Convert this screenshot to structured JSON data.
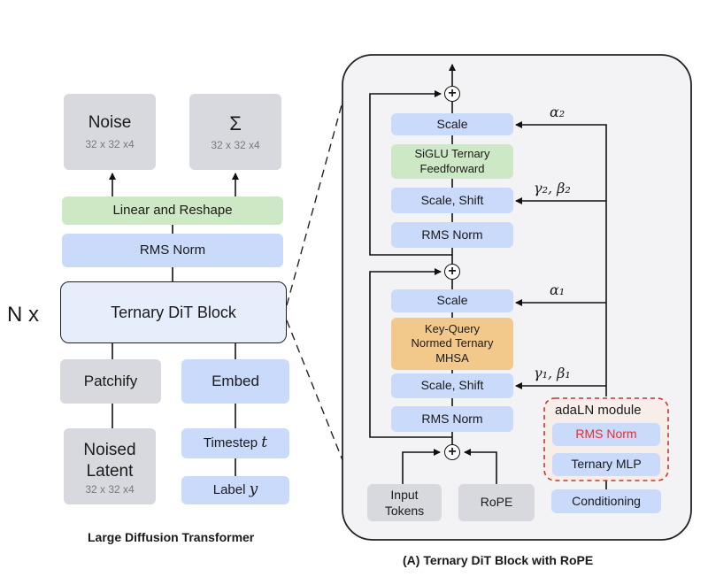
{
  "left": {
    "outputs": {
      "noise": {
        "label": "Noise",
        "dim": "32 x 32 x4"
      },
      "sigma": {
        "label": "Σ",
        "dim": "32 x 32 x4"
      }
    },
    "linear_reshape": "Linear and Reshape",
    "rms_norm": "RMS Norm",
    "dit_block": "Ternary DiT Block",
    "repeat": "N x",
    "patchify": "Patchify",
    "embed": "Embed",
    "noised_latent": {
      "line1": "Noised",
      "line2": "Latent",
      "dim": "32 x 32 x4"
    },
    "timestep": {
      "label": "Timestep",
      "symbol": "t"
    },
    "label": {
      "label": "Label",
      "symbol": "y"
    },
    "caption": "Large Diffusion Transformer"
  },
  "right": {
    "scale_top": "Scale",
    "siglu": {
      "line1": "SiGLU Ternary",
      "line2": "Feedforward"
    },
    "scale_shift_top": "Scale, Shift",
    "rms_norm_top": "RMS Norm",
    "scale_mid": "Scale",
    "mhsa": {
      "line1": "Key-Query",
      "line2": "Normed Ternary",
      "line3": "MHSA"
    },
    "scale_shift_bottom": "Scale, Shift",
    "rms_norm_bottom": "RMS Norm",
    "input_tokens": {
      "line1": "Input",
      "line2": "Tokens"
    },
    "rope": "RoPE",
    "conditioning": "Conditioning",
    "adaln": {
      "title": "adaLN module",
      "rms_norm": "RMS Norm",
      "mlp": "Ternary MLP"
    },
    "labels": {
      "alpha2": "α₂",
      "gamma2_beta2": "γ₂, β₂",
      "alpha1": "α₁",
      "gamma1_beta1": "γ₁, β₁"
    },
    "plus": "+",
    "caption": "(A) Ternary DiT Block with RoPE"
  },
  "colors": {
    "gray": "#d7d9de",
    "blue": "#c9dafa",
    "green": "#cde8c5",
    "orange": "#f3c98b",
    "panel": "#f3f3f5",
    "adaln_border": "#c0392b",
    "adaln_text": "#e03030"
  }
}
